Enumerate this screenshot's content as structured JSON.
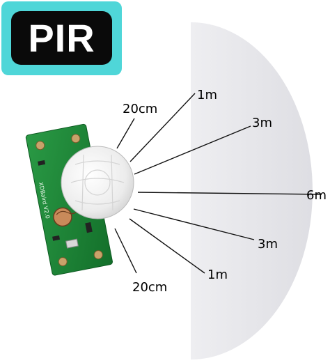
{
  "badge": {
    "text": "PIR"
  },
  "distances": {
    "near_top": "20cm",
    "top_1": "1m",
    "top_3": "3m",
    "center": "6m",
    "bottom_3": "3m",
    "bottom_1": "1m",
    "near_bottom": "20cm"
  },
  "board": {
    "silk_text": "XDBaird V2.0"
  },
  "colors": {
    "badge_bg": "#4fd6d8",
    "badge_inner": "#0a0a0a",
    "detection_zone": "#e6e6ea",
    "pcb_green": "#1f8a3a",
    "lens_white": "#f2f2f2"
  }
}
